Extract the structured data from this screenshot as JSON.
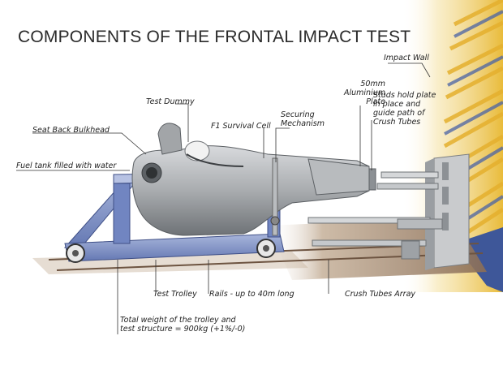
{
  "title": "COMPONENTS OF THE FRONTAL IMPACT TEST",
  "labels": {
    "impact_wall": "Impact Wall",
    "plate_l1": "50mm",
    "plate_l2": "Aluminium",
    "plate_l3": "Plate",
    "studs_l1": "Studs hold plate",
    "studs_l2": "in place and",
    "studs_l3": "guide path of",
    "studs_l4": "Crush Tubes",
    "test_dummy": "Test Dummy",
    "survival_cell": "F1 Survival Cell",
    "securing_l1": "Securing",
    "securing_l2": "Mechanism",
    "bulkhead": "Seat Back Bulkhead",
    "fuel_tank": "Fuel tank filled with water",
    "trolley": "Test Trolley",
    "rails": "Rails - up to 40m long",
    "crush_tubes": "Crush Tubes Array",
    "weight_l1": "Total weight of the trolley and",
    "weight_l2": "test structure = 900kg (+1%/-0)"
  },
  "colors": {
    "trolley": "#7b8fc2",
    "chassis": "#a9acaf",
    "wall_stripe": "#e9bb3a",
    "wall_blue": "#4a63a6",
    "rails": "#8a6d55"
  }
}
